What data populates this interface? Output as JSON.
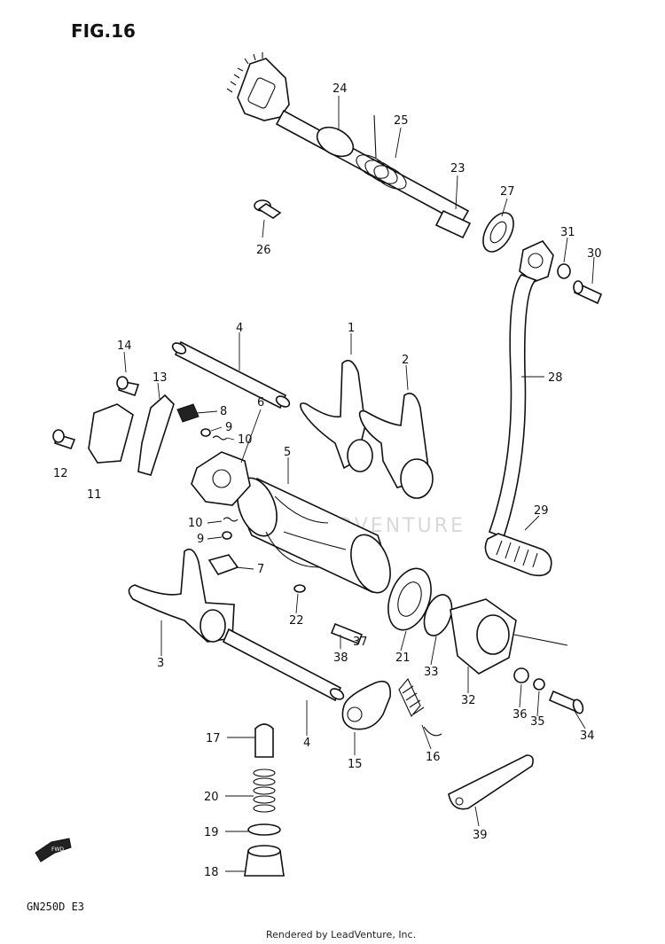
{
  "figure": {
    "title": "FIG.16",
    "model_code": "GN250D E3",
    "credit": "Rendered by LeadVenture, Inc.",
    "watermark": "LEADVENTURE",
    "direction_arrow": "FWD"
  },
  "parts": [
    {
      "id": "p24",
      "label": "24"
    },
    {
      "id": "p25",
      "label": "25"
    },
    {
      "id": "p23",
      "label": "23"
    },
    {
      "id": "p27",
      "label": "27"
    },
    {
      "id": "p31",
      "label": "31"
    },
    {
      "id": "p30",
      "label": "30"
    },
    {
      "id": "p26",
      "label": "26"
    },
    {
      "id": "p28",
      "label": "28"
    },
    {
      "id": "p29",
      "label": "29"
    },
    {
      "id": "p4a",
      "label": "4"
    },
    {
      "id": "p1",
      "label": "1"
    },
    {
      "id": "p2",
      "label": "2"
    },
    {
      "id": "p14",
      "label": "14"
    },
    {
      "id": "p13",
      "label": "13"
    },
    {
      "id": "p8",
      "label": "8"
    },
    {
      "id": "p9a",
      "label": "9"
    },
    {
      "id": "p6",
      "label": "6"
    },
    {
      "id": "p10a",
      "label": "10"
    },
    {
      "id": "p12",
      "label": "12"
    },
    {
      "id": "p11",
      "label": "11"
    },
    {
      "id": "p5",
      "label": "5"
    },
    {
      "id": "p10b",
      "label": "10"
    },
    {
      "id": "p9b",
      "label": "9"
    },
    {
      "id": "p7",
      "label": "7"
    },
    {
      "id": "p3",
      "label": "3"
    },
    {
      "id": "p22",
      "label": "22"
    },
    {
      "id": "p38",
      "label": "38"
    },
    {
      "id": "p37",
      "label": "37"
    },
    {
      "id": "p21",
      "label": "21"
    },
    {
      "id": "p33",
      "label": "33"
    },
    {
      "id": "p32",
      "label": "32"
    },
    {
      "id": "p36",
      "label": "36"
    },
    {
      "id": "p35",
      "label": "35"
    },
    {
      "id": "p34",
      "label": "34"
    },
    {
      "id": "p4b",
      "label": "4"
    },
    {
      "id": "p15",
      "label": "15"
    },
    {
      "id": "p16",
      "label": "16"
    },
    {
      "id": "p17",
      "label": "17"
    },
    {
      "id": "p20",
      "label": "20"
    },
    {
      "id": "p19",
      "label": "19"
    },
    {
      "id": "p18",
      "label": "18"
    },
    {
      "id": "p39",
      "label": "39"
    }
  ]
}
